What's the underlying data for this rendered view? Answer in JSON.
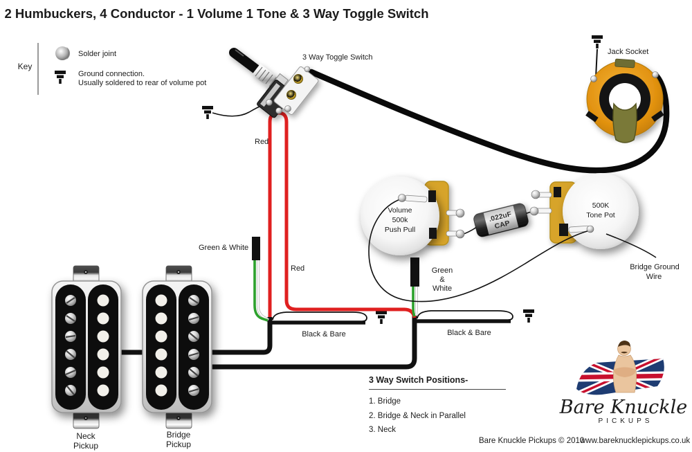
{
  "title": "2 Humbuckers, 4 Conductor - 1 Volume 1 Tone & 3 Way Toggle Switch",
  "key": {
    "heading": "Key",
    "solder_label": "Solder joint",
    "ground_label_line1": "Ground connection.",
    "ground_label_line2": "Usually soldered to rear of volume pot"
  },
  "labels": {
    "toggle_switch": "3 Way Toggle Switch",
    "jack_socket": "Jack Socket",
    "red_upper": "Red",
    "red_lower": "Red",
    "green_white_left": "Green & White",
    "green_white_right_line1": "Green",
    "green_white_right_line2": "&",
    "green_white_right_line3": "White",
    "black_bare_left": "Black & Bare",
    "black_bare_right": "Black & Bare",
    "bridge_ground_line1": "Bridge Ground",
    "bridge_ground_line2": "Wire"
  },
  "components": {
    "volume_pot": {
      "line1": "Volume",
      "line2": "500k",
      "line3": "Push Pull"
    },
    "tone_pot": {
      "line1": "500K",
      "line2": "Tone Pot"
    },
    "capacitor": {
      "line1": ".022uF",
      "line2": "CAP"
    },
    "neck_pickup": {
      "line1": "Neck",
      "line2": "Pickup"
    },
    "bridge_pickup": {
      "line1": "Bridge",
      "line2": "Pickup"
    }
  },
  "switch_positions": {
    "heading": "3 Way Switch Positions-",
    "items": [
      "1. Bridge",
      "2. Bridge & Neck in Parallel",
      "3. Neck"
    ]
  },
  "logo": {
    "name": "Bare Knuckle",
    "subtitle": "PICKUPS"
  },
  "footer": {
    "copyright": "Bare Knuckle Pickups © 2010",
    "website": "www.bareknucklepickups.co.uk"
  },
  "colors": {
    "wire_red": "#e02020",
    "wire_green": "#2da12d",
    "wire_black": "#111111",
    "pot_gold": "#d7a42a",
    "jack_orange": "#e29210"
  }
}
